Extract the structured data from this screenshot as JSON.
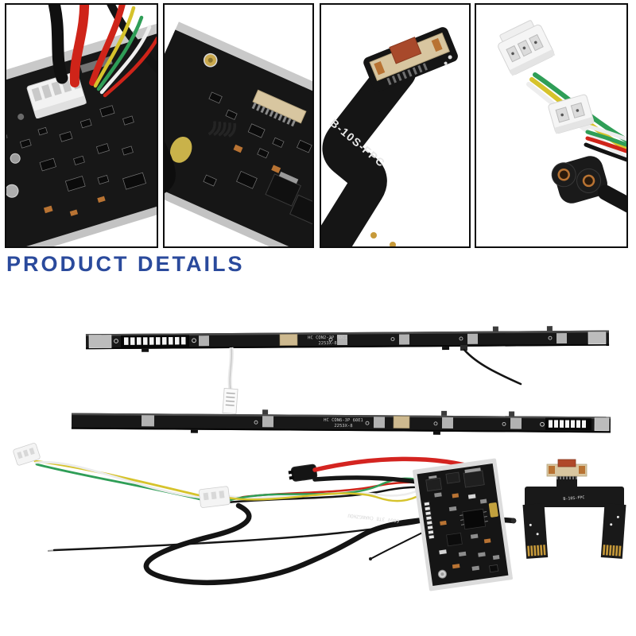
{
  "heading": {
    "text": "PRODUCT DETAILS"
  },
  "gallery": {
    "photos": [
      {
        "name": "bms-board-with-harness-closeup"
      },
      {
        "name": "bms-board-components-closeup"
      },
      {
        "name": "fpc-flex-cable-closeup",
        "flex_label": "B-10S-FPC"
      },
      {
        "name": "connector-plugs-closeup"
      }
    ]
  },
  "items": {
    "led_strip_top": {
      "silkscreen_line1": "HC CON2-3P ROC1",
      "silkscreen_line2": "2253X-8"
    },
    "led_strip_bottom": {
      "silkscreen_line1": "HC CON6-3P 60E1",
      "silkscreen_line2": "2253X-8"
    },
    "bms_cable_print": "600V 3T8 CHANGZHOU",
    "fpc_board_label": "B-10S-FPC"
  },
  "colors": {
    "heading_blue": "#2a4a9c",
    "wire_red": "#cf2419",
    "wire_green": "#2f9e57",
    "wire_yellow": "#d6c32c",
    "pcb_black": "#161616",
    "silver_edge": "#c9c9c9",
    "copper": "#b87333",
    "connector_beige": "#d8c6a0",
    "fpc_tab_orange": "#a8492b"
  }
}
